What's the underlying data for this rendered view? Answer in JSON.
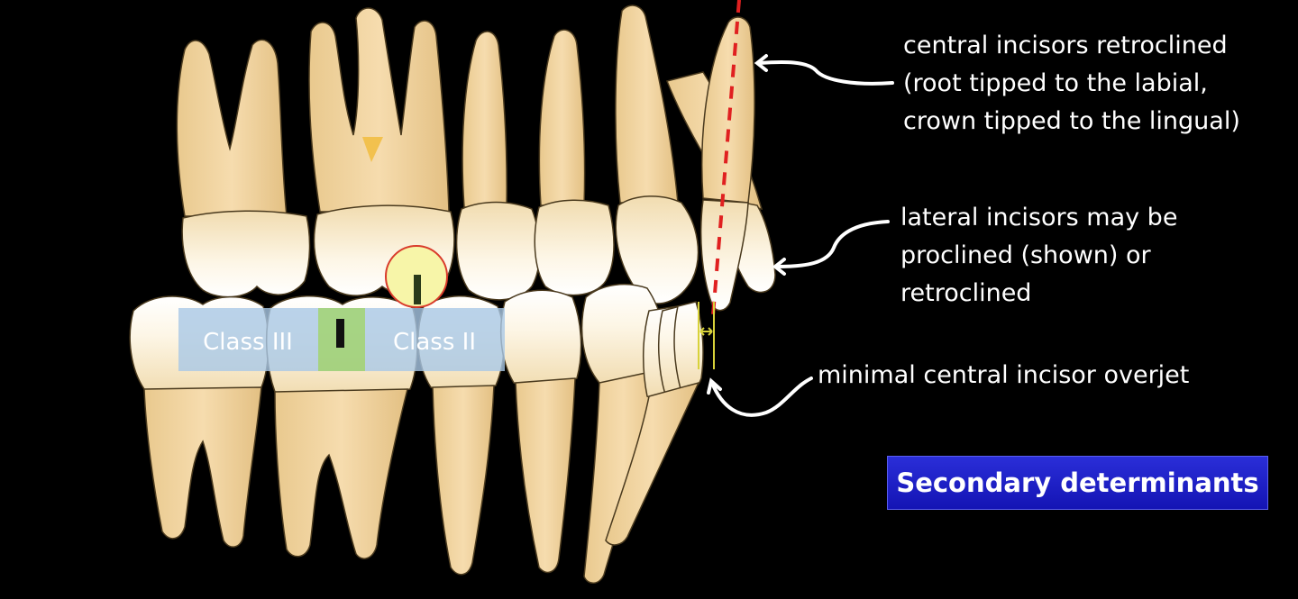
{
  "labels": {
    "central_incisors": [
      "central incisors retroclined",
      "(root tipped to the labial,",
      "crown tipped to the lingual)"
    ],
    "lateral_incisors": [
      "lateral incisors may be",
      "proclined (shown) or",
      "retroclined"
    ],
    "overjet": "minimal central incisor overjet"
  },
  "classes": {
    "class3": "Class III",
    "class2": "Class II"
  },
  "badge": "Secondary determinants",
  "colors": {
    "background": "#000000",
    "tooth_crown": "#fdf4e3",
    "tooth_root": "#efd19a",
    "tooth_outline": "#4a3a1e",
    "midline": "#e02020",
    "class_box": "#a9c8e6",
    "class1_box": "#9ccf78",
    "badge": "#1f22c8"
  }
}
